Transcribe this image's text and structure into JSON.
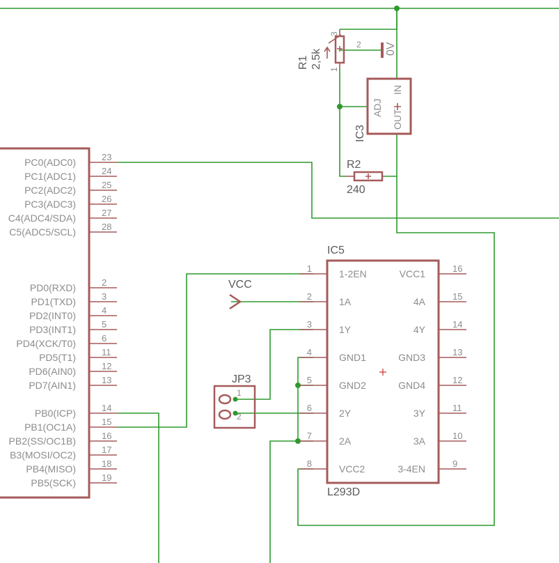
{
  "schematic": {
    "mcu": {
      "pins_c": [
        {
          "name": "PC0(ADC0)",
          "num": "23"
        },
        {
          "name": "PC1(ADC1)",
          "num": "24"
        },
        {
          "name": "PC2(ADC2)",
          "num": "25"
        },
        {
          "name": "PC3(ADC3)",
          "num": "26"
        },
        {
          "name": "C4(ADC4/SDA)",
          "num": "27"
        },
        {
          "name": "C5(ADC5/SCL)",
          "num": "28"
        }
      ],
      "pins_d": [
        {
          "name": "PD0(RXD)",
          "num": "2"
        },
        {
          "name": "PD1(TXD)",
          "num": "3"
        },
        {
          "name": "PD2(INT0)",
          "num": "4"
        },
        {
          "name": "PD3(INT1)",
          "num": "5"
        },
        {
          "name": "PD4(XCK/T0)",
          "num": "6"
        },
        {
          "name": "PD5(T1)",
          "num": "11"
        },
        {
          "name": "PD6(AIN0)",
          "num": "12"
        },
        {
          "name": "PD7(AIN1)",
          "num": "13"
        }
      ],
      "pins_b": [
        {
          "name": "PB0(ICP)",
          "num": "14"
        },
        {
          "name": "PB1(OC1A)",
          "num": "15"
        },
        {
          "name": "PB2(SS/OC1B)",
          "num": "16"
        },
        {
          "name": "B3(MOSI/OC2)",
          "num": "17"
        },
        {
          "name": "PB4(MISO)",
          "num": "18"
        },
        {
          "name": "PB5(SCK)",
          "num": "19"
        }
      ]
    },
    "r1": {
      "name": "R1",
      "value": "2,5k",
      "pin1": "1",
      "pin2": "2",
      "pin3": "3"
    },
    "zero_volt": "0V",
    "ic3": {
      "name": "IC3",
      "adj": "ADJ",
      "in": "IN",
      "out": "OUT"
    },
    "r2": {
      "name": "R2",
      "value": "240"
    },
    "vcc": "VCC",
    "jp3": {
      "name": "JP3",
      "pin1": "1",
      "pin2": "2"
    },
    "ic5": {
      "name": "IC5",
      "part": "L293D",
      "left_pins": [
        {
          "num": "1",
          "name": "1-2EN"
        },
        {
          "num": "2",
          "name": "1A"
        },
        {
          "num": "3",
          "name": "1Y"
        },
        {
          "num": "4",
          "name": "GND1"
        },
        {
          "num": "5",
          "name": "GND2"
        },
        {
          "num": "6",
          "name": "2Y"
        },
        {
          "num": "7",
          "name": "2A"
        },
        {
          "num": "8",
          "name": "VCC2"
        }
      ],
      "right_pins": [
        {
          "num": "16",
          "name": "VCC1"
        },
        {
          "num": "15",
          "name": "4A"
        },
        {
          "num": "14",
          "name": "4Y"
        },
        {
          "num": "13",
          "name": "GND3"
        },
        {
          "num": "12",
          "name": "GND4"
        },
        {
          "num": "11",
          "name": "3Y"
        },
        {
          "num": "10",
          "name": "3A"
        },
        {
          "num": "9",
          "name": "3-4EN"
        }
      ]
    },
    "colors": {
      "wire": "#2e9a2e",
      "symbol": "#a65a5a",
      "text": "#8c8c8c"
    }
  }
}
